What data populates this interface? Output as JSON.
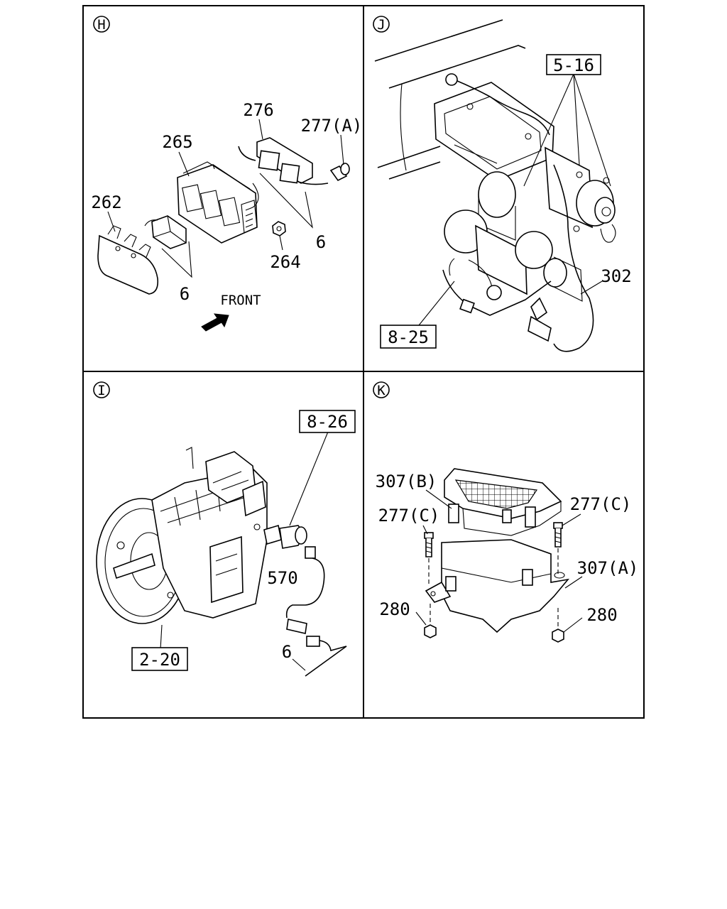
{
  "panels": {
    "H": {
      "marker": "H",
      "labels": {
        "p276": "276",
        "p277a": "277(A)",
        "p265": "265",
        "p262": "262",
        "p6a": "6",
        "p264": "264",
        "p6b": "6"
      },
      "front": "FRONT"
    },
    "J": {
      "marker": "J",
      "labels": {
        "p302": "302"
      },
      "refs": {
        "r516": "5-16",
        "r825": "8-25"
      }
    },
    "I": {
      "marker": "I",
      "labels": {
        "p570": "570",
        "p6": "6"
      },
      "refs": {
        "r826": "8-26",
        "r220": "2-20"
      }
    },
    "K": {
      "marker": "K",
      "labels": {
        "p307b": "307(B)",
        "p277c_left": "277(C)",
        "p277c_right": "277(C)",
        "p307a": "307(A)",
        "p280_left": "280",
        "p280_right": "280"
      }
    }
  }
}
